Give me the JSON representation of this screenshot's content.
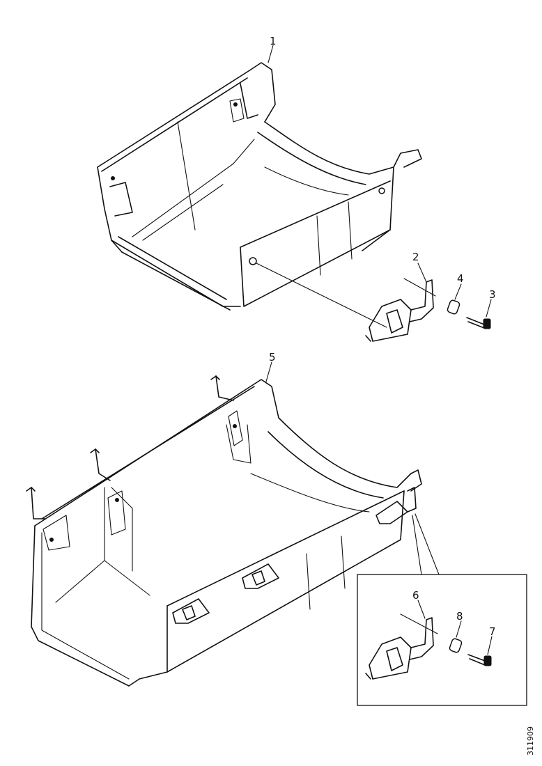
{
  "callouts": {
    "c1": "1",
    "c2": "2",
    "c3": "3",
    "c4": "4",
    "c5": "5",
    "c6": "6",
    "c7": "7",
    "c8": "8"
  },
  "reference_code": "311909"
}
